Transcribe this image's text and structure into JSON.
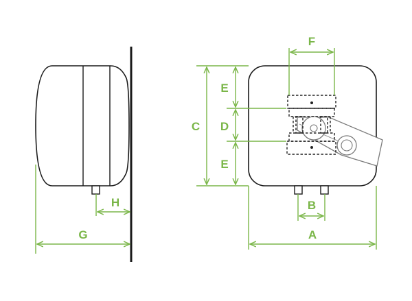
{
  "colors": {
    "outline": "#1a1a1a",
    "dimension": "#7ab648",
    "background": "#ffffff",
    "bracket": "#222222"
  },
  "labels": {
    "A": "A",
    "B": "B",
    "C": "C",
    "D": "D",
    "E_top": "E",
    "E_bottom": "E",
    "F": "F",
    "G": "G",
    "H": "H"
  }
}
